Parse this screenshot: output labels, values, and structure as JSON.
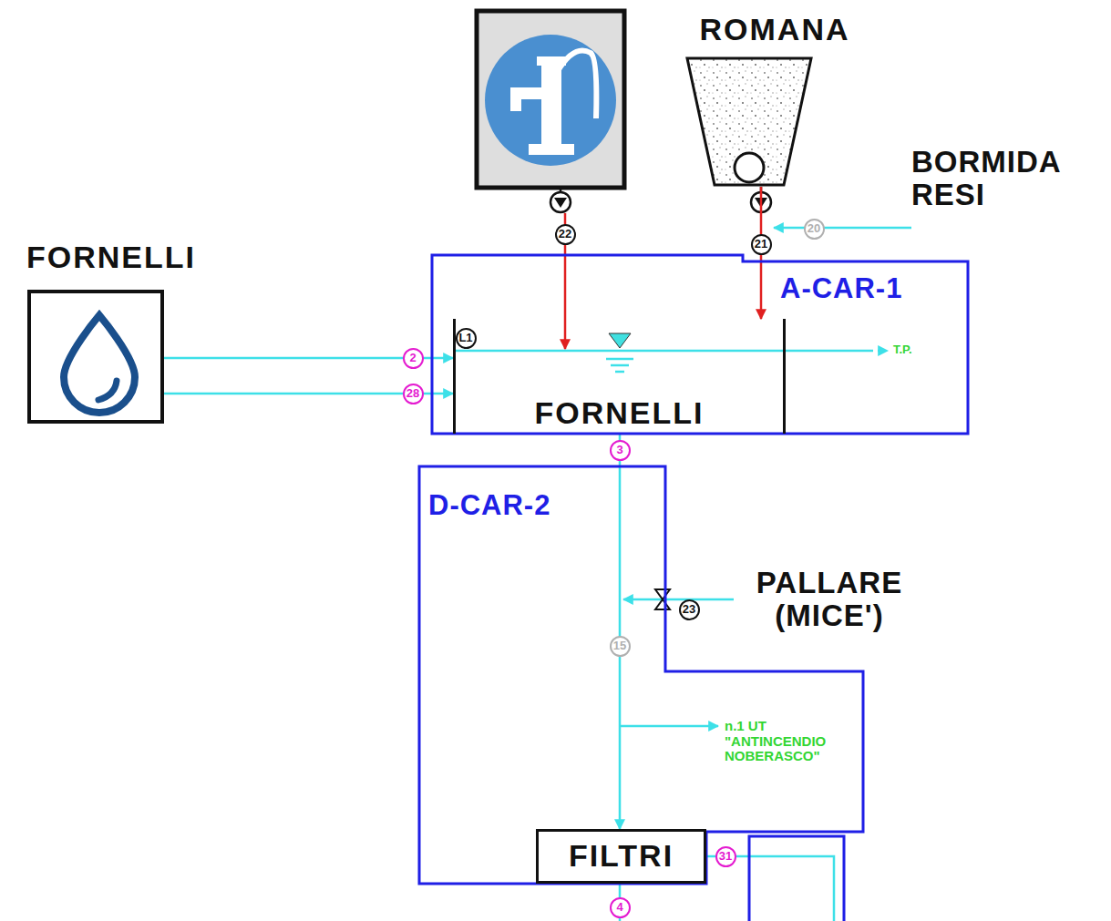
{
  "diagram": {
    "nodes": [
      {
        "text": [
          "FORNELLI"
        ]
      },
      {
        "text": [
          "ROMANA"
        ]
      },
      {
        "text": [
          "A-CAR-1"
        ]
      },
      {
        "text": [
          "FORNELLI"
        ],
        "in": 2
      },
      {
        "text": [
          "D-CAR-2"
        ]
      },
      {
        "text": [
          "FILTRI"
        ],
        "in": 4
      }
    ],
    "edges": [
      {
        "from": 0,
        "to": 3,
        "arrow": "to"
      },
      {
        "from": 0,
        "to": 3,
        "arrow": "to"
      },
      {
        "from": 1,
        "to": 3,
        "arrow": "to"
      },
      {
        "from": 3,
        "to": 5,
        "arrow": "to"
      }
    ],
    "labels": [
      "22",
      "21",
      "20",
      "BORMIDA RESI",
      "L1",
      "2",
      "28",
      "T.P.",
      "3",
      "PALLARE (MICE')",
      "23",
      "15",
      "n.1 UT \"ANTINCENDIO NOBERASCO\"",
      "31",
      "4"
    ]
  }
}
